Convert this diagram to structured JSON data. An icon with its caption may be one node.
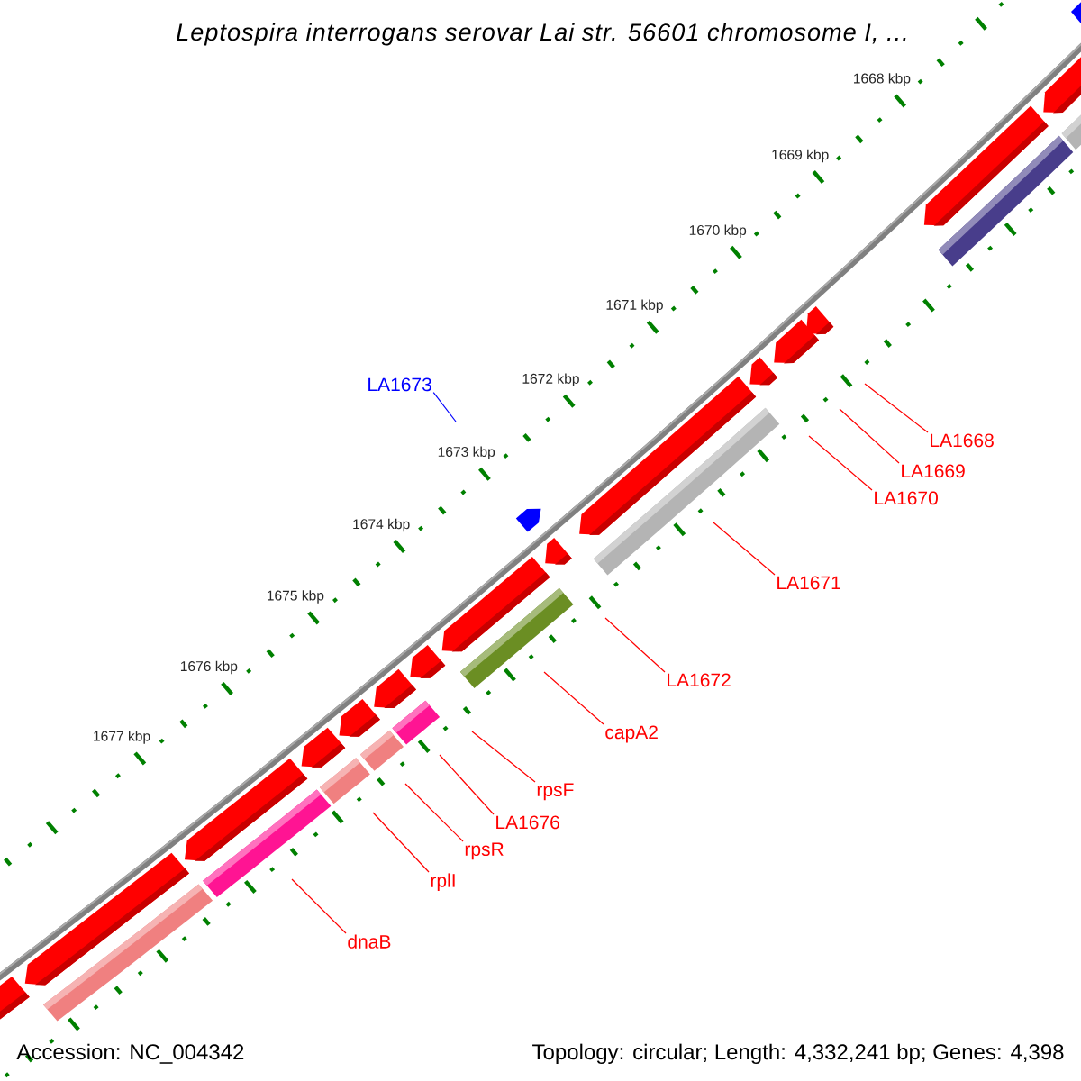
{
  "diagram": {
    "title": "Leptospira interrogans serovar Lai str. 56601 chromosome I, ...",
    "nodes": [
      {
        "text": [
          "LA1673"
        ]
      },
      {
        "text": [
          "LA1668"
        ]
      },
      {
        "text": [
          "LA1669"
        ]
      },
      {
        "text": [
          "LA1670"
        ]
      },
      {
        "text": [
          "LA1671"
        ]
      },
      {
        "text": [
          "LA1672"
        ]
      },
      {
        "text": [
          "capA2"
        ]
      },
      {
        "text": [
          "rpsF"
        ]
      },
      {
        "text": [
          "LA1676"
        ]
      },
      {
        "text": [
          "rpsR"
        ]
      },
      {
        "text": [
          "rplI"
        ]
      },
      {
        "text": [
          "dnaB"
        ]
      }
    ],
    "edges": [
      {
        "from": 0,
        "to": null,
        "arrow": "none",
        "color": "#0000ff"
      },
      {
        "from": 1,
        "to": null,
        "arrow": "none"
      },
      {
        "from": 2,
        "to": null,
        "arrow": "none"
      },
      {
        "from": 3,
        "to": null,
        "arrow": "none"
      },
      {
        "from": 4,
        "to": null,
        "arrow": "none"
      },
      {
        "from": 5,
        "to": null,
        "arrow": "none"
      },
      {
        "from": 6,
        "to": null,
        "arrow": "none"
      },
      {
        "from": 7,
        "to": null,
        "arrow": "none"
      },
      {
        "from": 8,
        "to": null,
        "arrow": "none"
      },
      {
        "from": 9,
        "to": null,
        "arrow": "none"
      },
      {
        "from": 10,
        "to": null,
        "arrow": "none"
      },
      {
        "from": 11,
        "to": null,
        "arrow": "none"
      }
    ],
    "labels": [
      "1668 kbp",
      "1669 kbp",
      "1670 kbp",
      "1671 kbp",
      "1672 kbp",
      "1673 kbp",
      "1674 kbp",
      "1675 kbp",
      "1676 kbp",
      "1677 kbp",
      "Accession: NC_004342",
      "Topology: circular; Length: 4,332,241 bp; Genes: 4,398"
    ]
  }
}
